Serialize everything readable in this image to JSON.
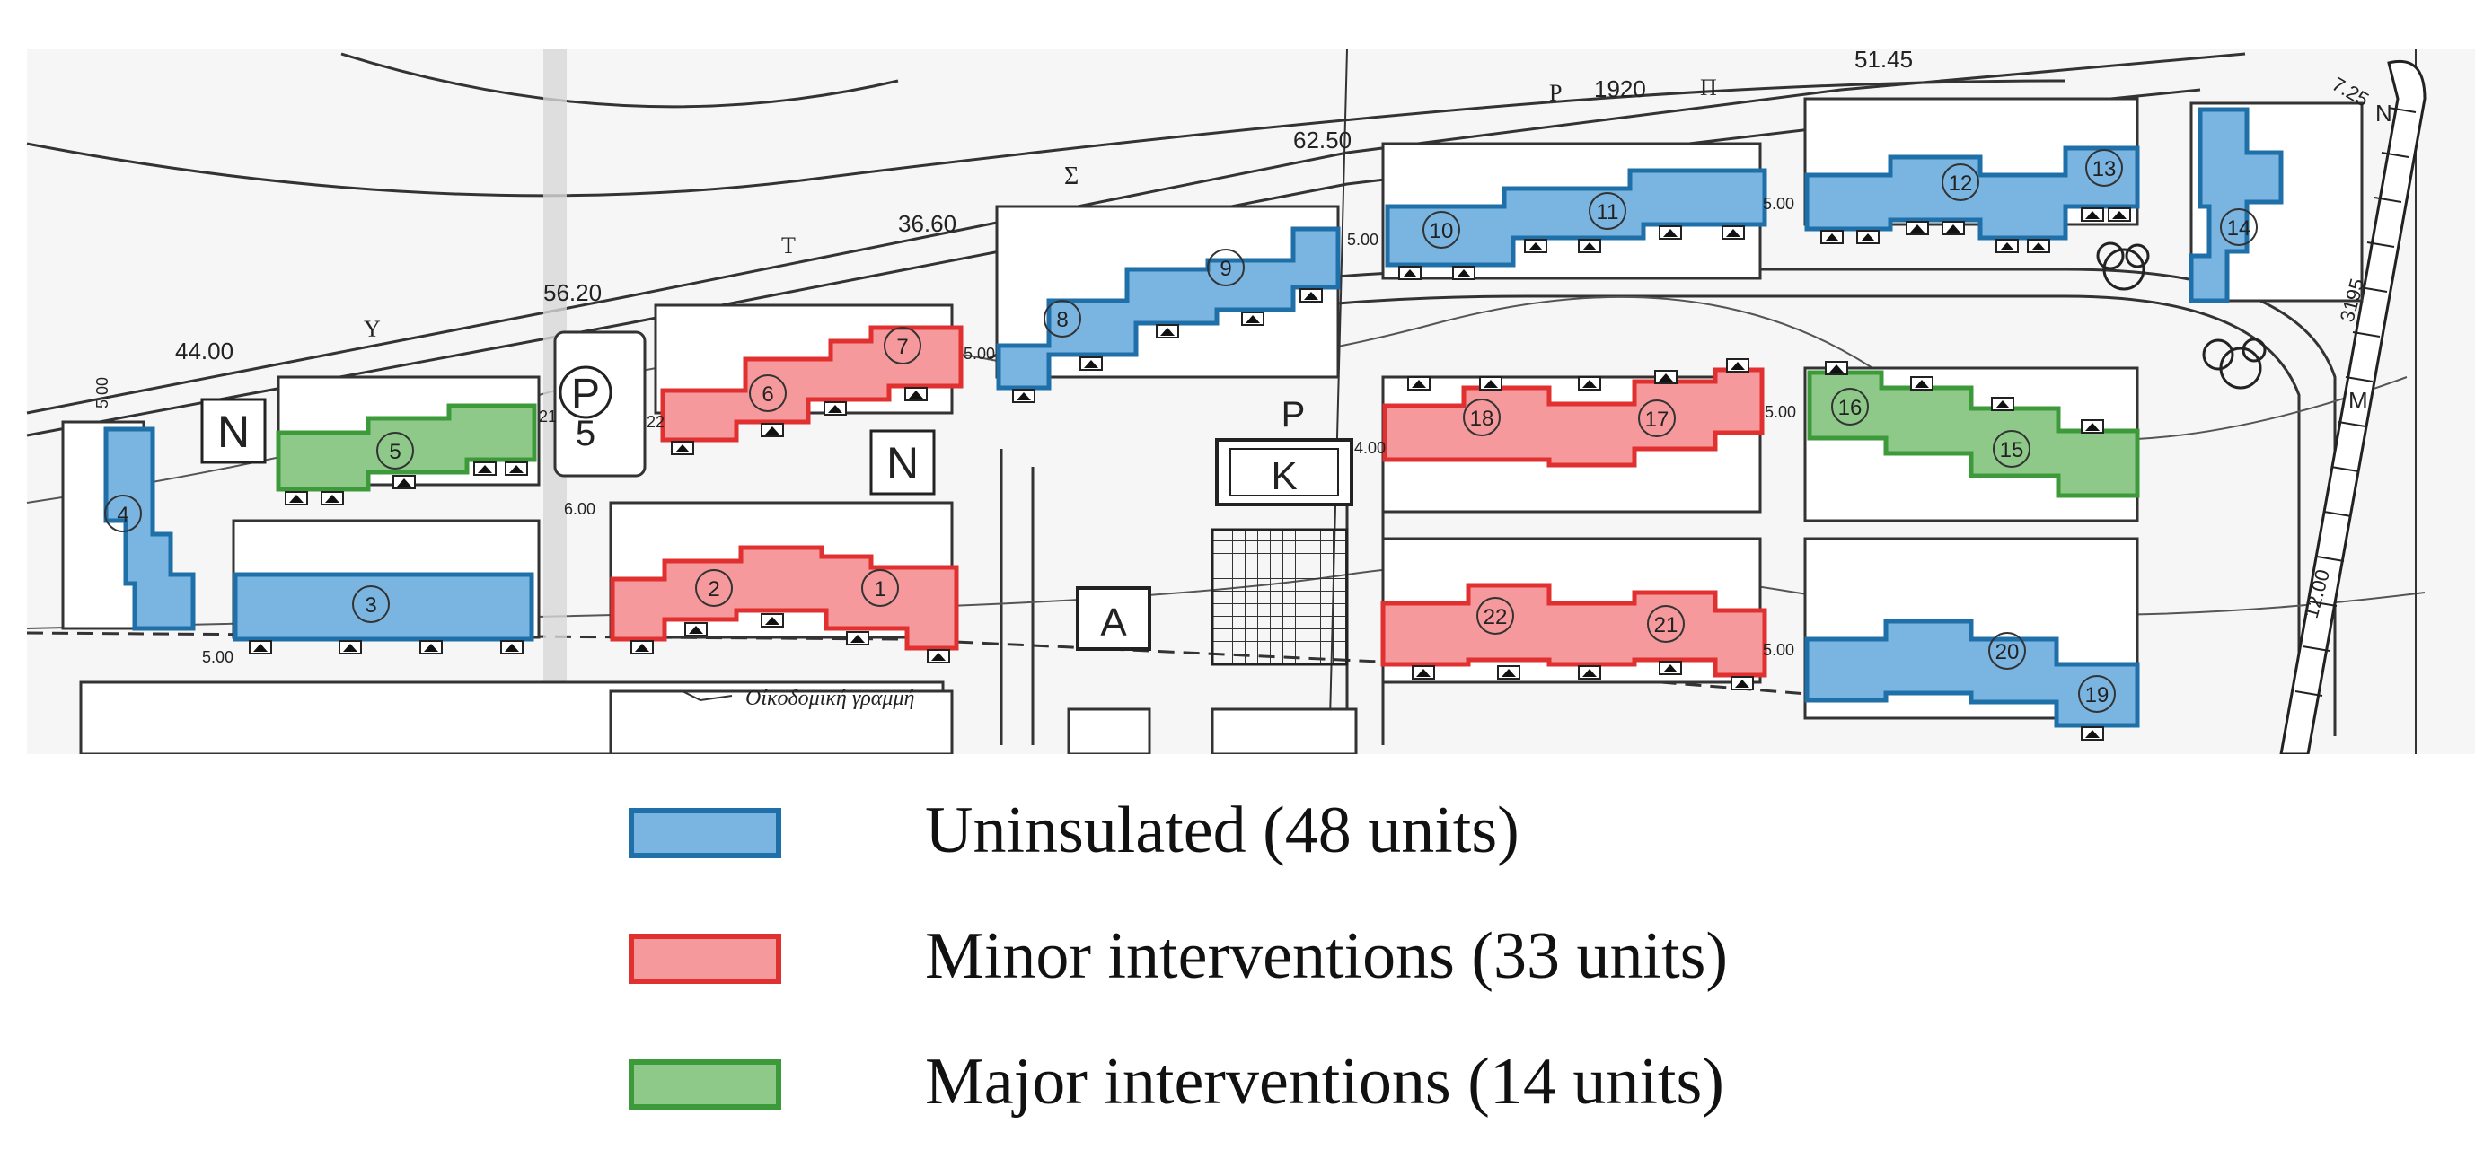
{
  "categories": {
    "uninsulated": {
      "label": "Uninsulated (48 units)",
      "fill": "#7ab4e0",
      "stroke": "#1f6fa8"
    },
    "minor": {
      "label": "Minor interventions (33 units)",
      "fill": "#f5999c",
      "stroke": "#e0302f"
    },
    "major": {
      "label": "Major interventions (14 units)",
      "fill": "#8fc98a",
      "stroke": "#3d9a3a"
    }
  },
  "blocks": [
    {
      "id": "1",
      "number": "1",
      "category": "minor"
    },
    {
      "id": "2",
      "number": "2",
      "category": "minor"
    },
    {
      "id": "3",
      "number": "3",
      "category": "uninsulated"
    },
    {
      "id": "4",
      "number": "4",
      "category": "uninsulated"
    },
    {
      "id": "5",
      "number": "5",
      "category": "major"
    },
    {
      "id": "6",
      "number": "6",
      "category": "minor"
    },
    {
      "id": "7",
      "number": "7",
      "category": "minor"
    },
    {
      "id": "8",
      "number": "8",
      "category": "uninsulated"
    },
    {
      "id": "9",
      "number": "9",
      "category": "uninsulated"
    },
    {
      "id": "10",
      "number": "10",
      "category": "uninsulated"
    },
    {
      "id": "11",
      "number": "11",
      "category": "uninsulated"
    },
    {
      "id": "12",
      "number": "12",
      "category": "uninsulated"
    },
    {
      "id": "13",
      "number": "13",
      "category": "uninsulated"
    },
    {
      "id": "14",
      "number": "14",
      "category": "uninsulated"
    },
    {
      "id": "15",
      "number": "15",
      "category": "major"
    },
    {
      "id": "16",
      "number": "16",
      "category": "major"
    },
    {
      "id": "17",
      "number": "17",
      "category": "minor"
    },
    {
      "id": "18",
      "number": "18",
      "category": "minor"
    },
    {
      "id": "19",
      "number": "19",
      "category": "uninsulated"
    },
    {
      "id": "20",
      "number": "20",
      "category": "uninsulated"
    },
    {
      "id": "21",
      "number": "21",
      "category": "minor"
    },
    {
      "id": "22",
      "number": "22",
      "category": "minor"
    }
  ],
  "map_labels": {
    "n_left": "N",
    "n_center": "N",
    "p_circle": "P",
    "p_five": "5",
    "p_upper": "P",
    "k_box": "K",
    "a_box": "A",
    "north_m": "M",
    "north_n": "N",
    "sigma": "Σ",
    "tau": "T",
    "upsilon": "Υ",
    "rho": "P",
    "pi": "Π"
  },
  "dimensions": {
    "d_44": "44.00",
    "d_5620": "56.20",
    "d_3660": "36.60",
    "d_6250": "62.50",
    "d_1920": "1920",
    "d_5145": "51.45",
    "d_725": "7.25",
    "d_3195": "3195",
    "d_1200": "12.00",
    "d_500_a": "5.00",
    "d_500_b": "5.00",
    "d_500_c": "5.00",
    "d_500_d": "5.00",
    "d_500_e": "5.00",
    "d_500_f": "5.00",
    "d_500_g": "5.00",
    "d_600": "6.00",
    "d_400": "4.00",
    "d_21": "21",
    "d_22": "22"
  },
  "annotation": "Οίκοδομική γραμμή"
}
